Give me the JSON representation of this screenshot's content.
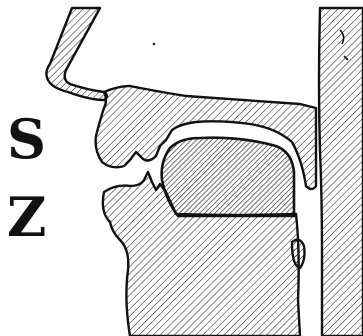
{
  "labels": {
    "top": "S",
    "bottom": "Z"
  },
  "icons": {
    "diagram": "sagittal-vocal-tract-diagram"
  },
  "colors": {
    "ink": "#111111",
    "background": "#ffffff"
  }
}
